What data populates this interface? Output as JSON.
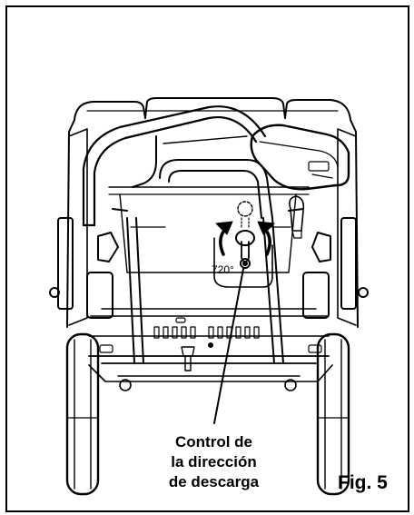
{
  "figure": {
    "label": "Fig. 5",
    "rotation_marking": "720°",
    "callout": {
      "lines": [
        "Control de",
        "la dirección",
        "de descarga"
      ]
    }
  },
  "colors": {
    "line": "#000000",
    "background": "#ffffff"
  }
}
